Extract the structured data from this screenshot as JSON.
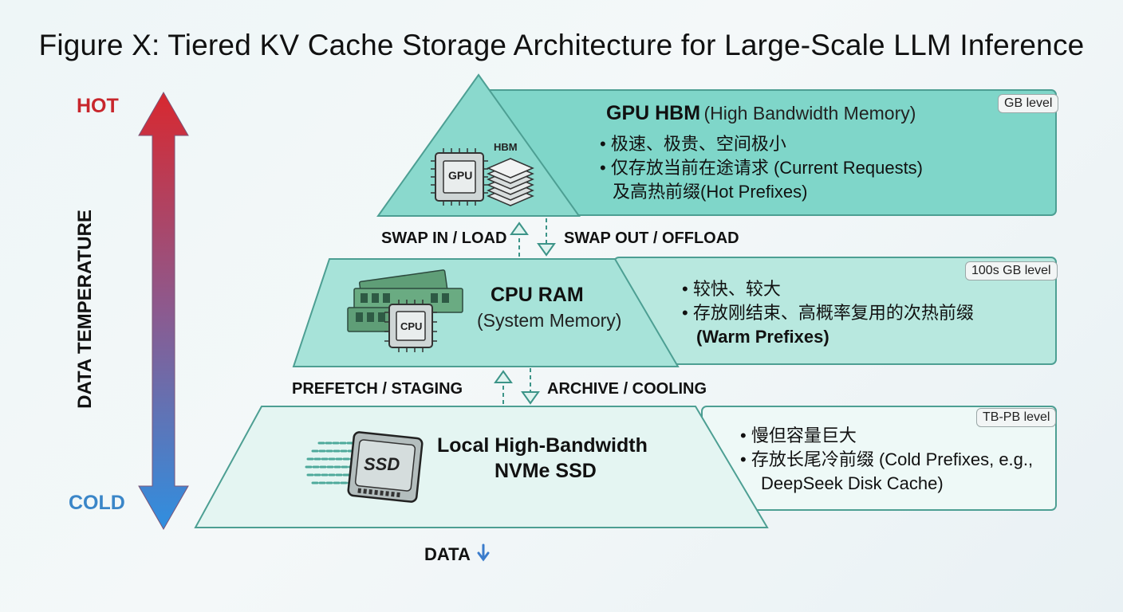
{
  "title": "Figure X: Tiered KV Cache Storage Architecture for Large-Scale LLM Inference",
  "temperature_axis": {
    "hot_label": "HOT",
    "cold_label": "COLD",
    "axis_label": "DATA TEMPERATURE",
    "colors": {
      "hot": "#d8282f",
      "cold": "#2f8fe0"
    }
  },
  "tiers": {
    "gpu": {
      "title": "GPU HBM",
      "subtitle": "(High Bandwidth Memory)",
      "badge": "GB level",
      "bullets": [
        "极速、极贵、空间极小",
        "仅存放当前在途请求 (Current Requests)"
      ],
      "bullet_cont": "及高热前缀(Hot Prefixes)",
      "icon_labels": {
        "chip": "GPU",
        "stack": "HBM"
      }
    },
    "cpu": {
      "title": "CPU RAM",
      "subtitle": "(System Memory)",
      "badge": "100s GB level",
      "bullets": [
        "较快、较大",
        "存放刚结束、高概率复用的次热前缀"
      ],
      "bullet_cont": "(Warm Prefixes)",
      "icon_labels": {
        "chip": "CPU"
      }
    },
    "ssd": {
      "title_line1": "Local High-Bandwidth",
      "title_line2": "NVMe SSD",
      "badge": "TB-PB level",
      "bullets": [
        "慢但容量巨大",
        "存放长尾冷前缀 (Cold Prefixes, e.g.,"
      ],
      "bullet_cont": "DeepSeek Disk Cache)",
      "icon_labels": {
        "drive": "SSD"
      }
    }
  },
  "flows": {
    "swap_in": "SWAP IN / LOAD",
    "swap_out": "SWAP OUT / OFFLOAD",
    "prefetch": "PREFETCH / STAGING",
    "archive": "ARCHIVE / COOLING"
  },
  "footer": {
    "data_label": "DATA"
  },
  "colors": {
    "gpu_fill": "#7fd6c9",
    "cpu_fill": "#a7e3d9",
    "ssd_fill": "#e4f5f2",
    "border": "#4d9f93"
  }
}
